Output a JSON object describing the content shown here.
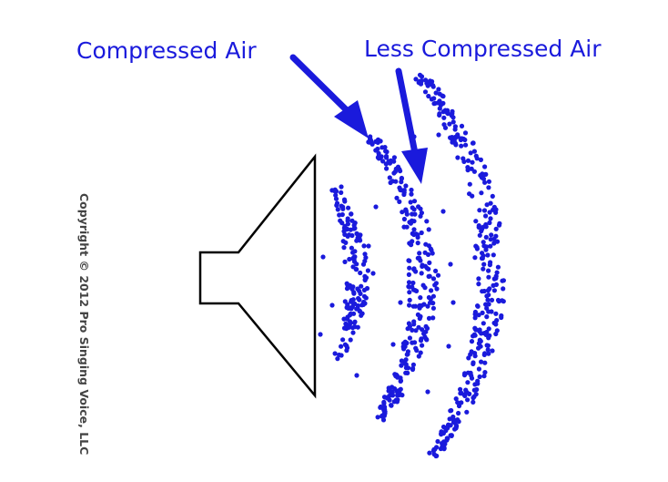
{
  "labels": {
    "compressed": "Compressed Air",
    "less_compressed": "Less Compressed Air"
  },
  "copyright": "Copyright © 2012 Pro Singing Voice, LLC",
  "colors": {
    "accent": "#1a1adc",
    "outline": "#000000",
    "background": "#ffffff",
    "copyright_text": "#444444"
  }
}
